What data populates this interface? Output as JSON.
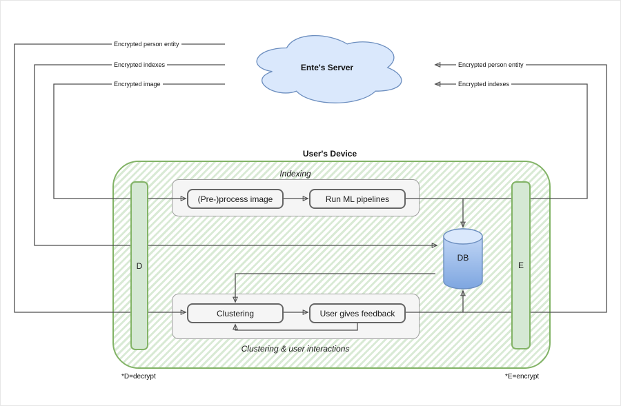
{
  "server": {
    "label": "Ente's Server"
  },
  "device": {
    "label": "User's Device",
    "decrypt_bar_label": "D",
    "encrypt_bar_label": "E",
    "indexing_section": {
      "label": "Indexing",
      "preprocess_box": "(Pre-)process image",
      "ml_box": "Run ML pipelines"
    },
    "database": {
      "label": "DB"
    },
    "clustering_section": {
      "label": "Clustering & user interactions",
      "clustering_box": "Clustering",
      "feedback_box": "User gives feedback"
    }
  },
  "edge_labels": {
    "download_person_entity": "Encrypted person entity",
    "download_indexes": "Encrypted indexes",
    "download_image": "Encrypted image",
    "upload_person_entity": "Encrypted person entity",
    "upload_indexes": "Encrypted indexes"
  },
  "footnotes": {
    "decrypt": "*D=decrypt",
    "encrypt": "*E=encrypt"
  },
  "colors": {
    "cloud_fill": "#dae8fc",
    "cloud_stroke": "#6c8ebf",
    "device_stroke": "#82b366",
    "device_hatch_fill": "#d9ead5",
    "bar_fill": "#d5e8d4",
    "container_fill": "#f5f5f5",
    "node_stroke": "#666666",
    "db_gradient_top": "#dae8fc",
    "db_gradient_bottom": "#7ea6e0",
    "edge_line": "#4d4d4d"
  }
}
